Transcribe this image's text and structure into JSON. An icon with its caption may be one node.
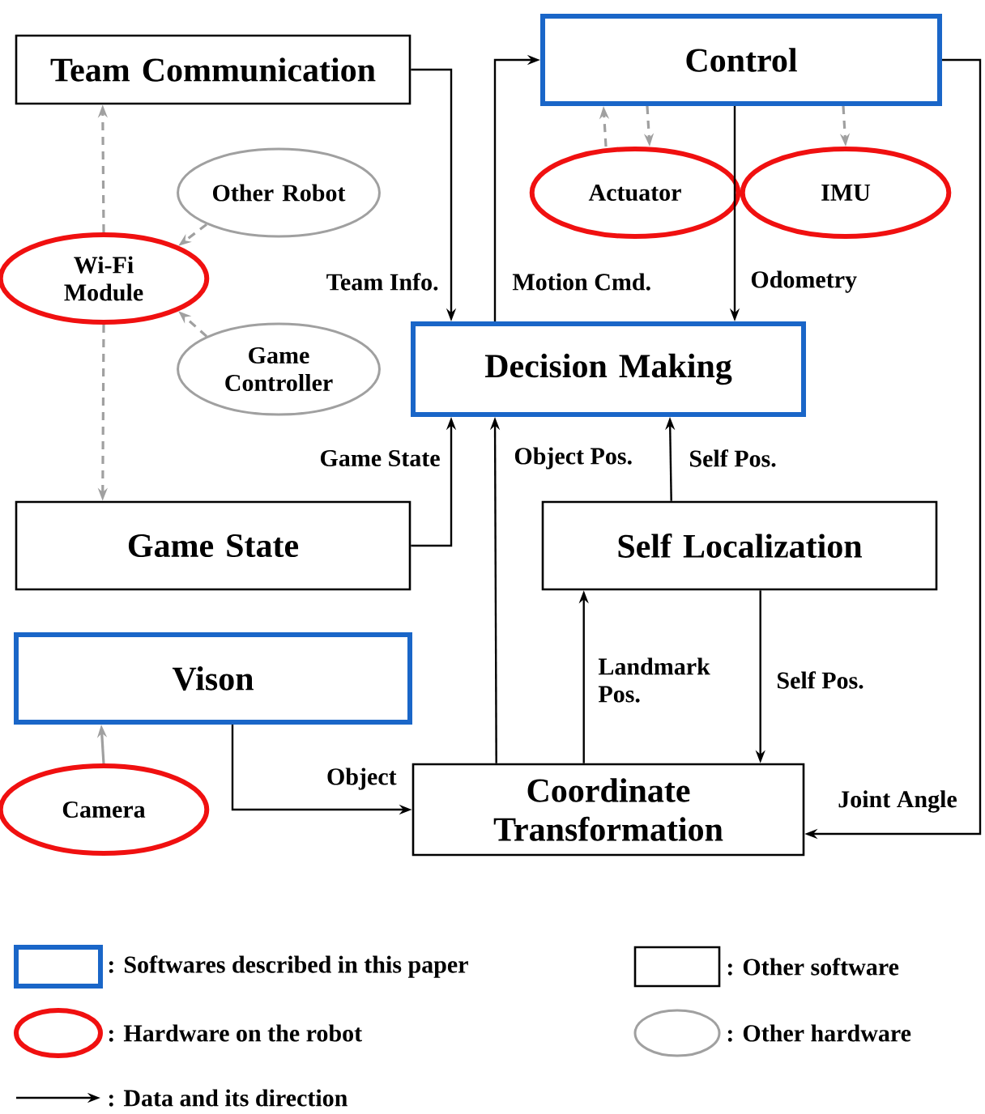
{
  "diagram": {
    "nodes": [
      {
        "text": [
          "Team Communication"
        ]
      },
      {
        "text": [
          "Control"
        ]
      },
      {
        "text": [
          "Other Robot"
        ]
      },
      {
        "text": [
          "Actuator"
        ]
      },
      {
        "text": [
          "IMU"
        ]
      },
      {
        "text": [
          "Wi-Fi Module"
        ]
      },
      {
        "text": [
          "Game Controller"
        ]
      },
      {
        "text": [
          "Decision Making"
        ]
      },
      {
        "text": [
          "Game State"
        ]
      },
      {
        "text": [
          "Self Localization"
        ]
      },
      {
        "text": [
          "Vison"
        ]
      },
      {
        "text": [
          "Camera"
        ]
      },
      {
        "text": [
          "Coordinate Transformation"
        ]
      }
    ],
    "edges": [
      {
        "from": 0,
        "to": 7,
        "arrow": "to",
        "label": "Team Info."
      },
      {
        "from": 7,
        "to": 1,
        "arrow": "to",
        "label": "Motion Cmd."
      },
      {
        "from": 1,
        "to": 7,
        "arrow": "to",
        "label": "Odometry"
      },
      {
        "from": 1,
        "to": 3,
        "arrow": "to",
        "style": "dashed",
        "color": "#a0a0a0"
      },
      {
        "from": 3,
        "to": 1,
        "arrow": "to",
        "style": "dashed",
        "color": "#a0a0a0"
      },
      {
        "from": 1,
        "to": 4,
        "arrow": "to",
        "style": "dashed",
        "color": "#a0a0a0"
      },
      {
        "from": 5,
        "to": 0,
        "arrow": "to",
        "style": "dashed",
        "color": "#a0a0a0"
      },
      {
        "from": 2,
        "to": 5,
        "arrow": "to",
        "style": "dashed",
        "color": "#a0a0a0"
      },
      {
        "from": 6,
        "to": 5,
        "arrow": "to",
        "style": "dashed",
        "color": "#a0a0a0"
      },
      {
        "from": 5,
        "to": 8,
        "arrow": "to",
        "style": "dashed",
        "color": "#a0a0a0"
      },
      {
        "from": 8,
        "to": 7,
        "arrow": "to",
        "label": "Game State"
      },
      {
        "from": 12,
        "to": 7,
        "arrow": "to",
        "label": "Object Pos."
      },
      {
        "from": 9,
        "to": 7,
        "arrow": "to",
        "label": "Self Pos."
      },
      {
        "from": 12,
        "to": 9,
        "arrow": "to",
        "label": "Landmark Pos."
      },
      {
        "from": 9,
        "to": 12,
        "arrow": "to",
        "label": "Self Pos."
      },
      {
        "from": 10,
        "to": 12,
        "arrow": "to",
        "label": "Object"
      },
      {
        "from": 11,
        "to": 10,
        "arrow": "to",
        "color": "#a0a0a0"
      },
      {
        "from": 1,
        "to": 12,
        "arrow": "to",
        "label": "Joint Angle"
      }
    ],
    "legend": [
      {
        "text": ": Softwares described in this paper"
      },
      {
        "text": ": Other software"
      },
      {
        "text": ": Hardware on the robot"
      },
      {
        "text": ": Other hardware"
      },
      {
        "text": ": Data and its direction"
      }
    ]
  }
}
